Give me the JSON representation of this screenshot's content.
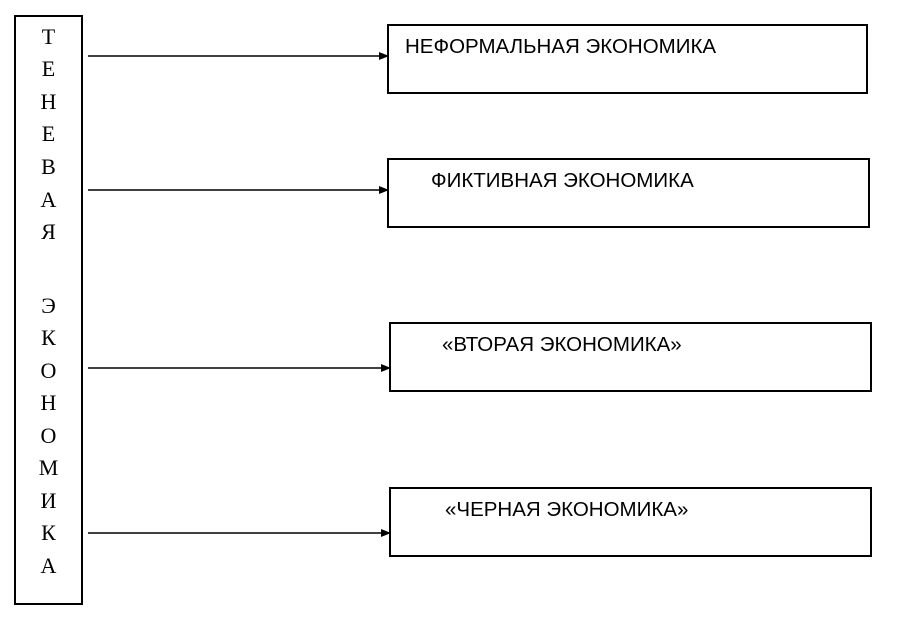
{
  "left_title_chars": [
    "Т",
    "Е",
    "Н",
    "Е",
    "В",
    "А",
    "Я",
    "Э",
    "К",
    "О",
    "Н",
    "О",
    "М",
    "И",
    "К",
    "А"
  ],
  "categories": [
    {
      "label": "НЕФОРМАЛЬНАЯ ЭКОНОМИКА"
    },
    {
      "label": "ФИКТИВНАЯ ЭКОНОМИКА"
    },
    {
      "label": "«ВТОРАЯ ЭКОНОМИКА»"
    },
    {
      "label": "«ЧЕРНАЯ ЭКОНОМИКА»"
    }
  ]
}
